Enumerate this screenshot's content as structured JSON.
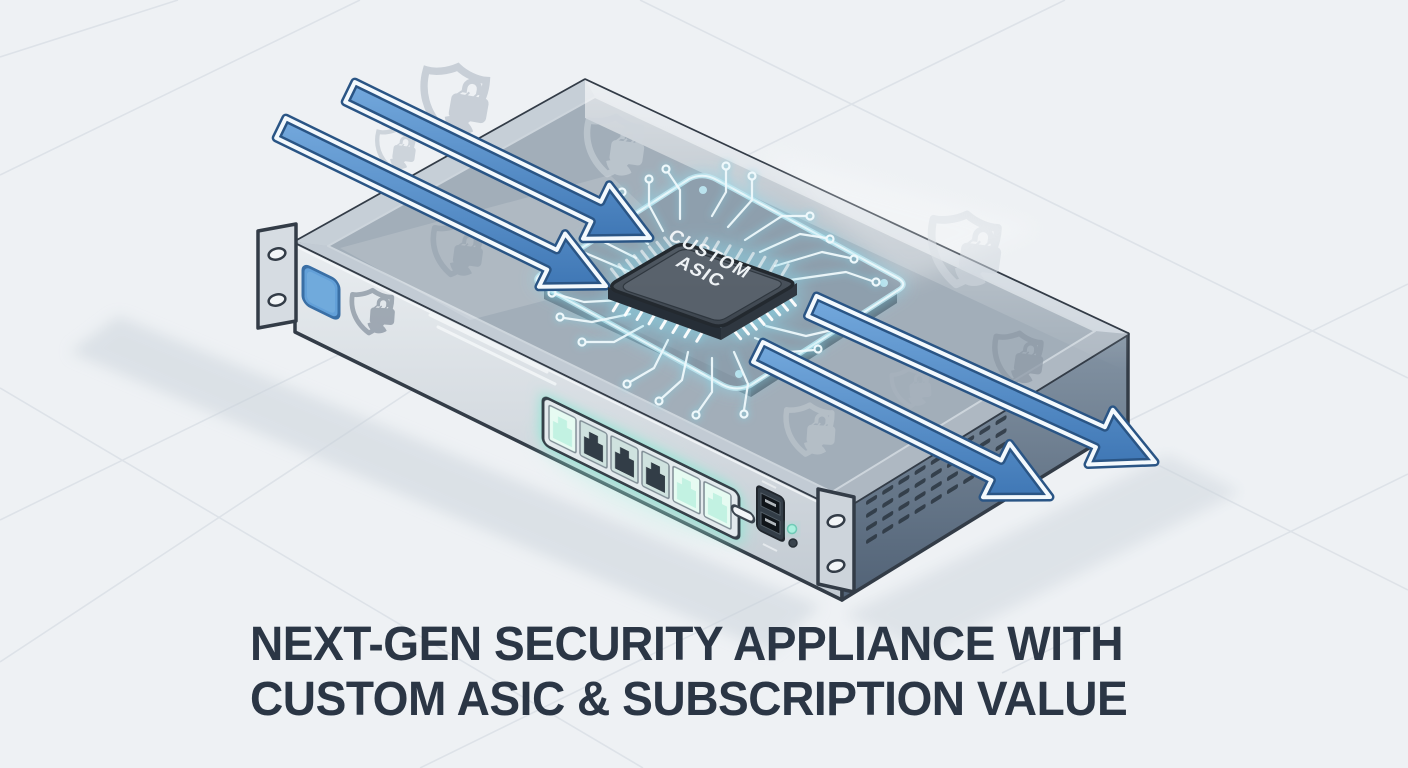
{
  "title": {
    "line1": "NEXT-GEN SECURITY APPLIANCE WITH",
    "line2": "CUSTOM ASIC & SUBSCRIPTION VALUE"
  },
  "chip": {
    "label_line1": "CUSTOM",
    "label_line2": "ASIC"
  },
  "appliance": {
    "kind": "rack-mount network security appliance",
    "ethernet_ports": {
      "total": 6,
      "plugged": 3
    },
    "front_elements": [
      "brand-badge",
      "shield-watermark",
      "ethernet-port-block",
      "usb-c-port",
      "dual-usb-port",
      "status-led",
      "reset-button",
      "rack-ear-left",
      "rack-ear-right"
    ],
    "vent_rows": 6,
    "vent_columns": 9
  },
  "traffic": {
    "inbound_arrows": 2,
    "outbound_arrows": 2
  },
  "watermarks": {
    "icon": "shield-lock-leaf-icon",
    "count": 9
  },
  "colors": {
    "background": "#eef1f4",
    "grid_line": "#dde2e8",
    "title_text": "#2b3645",
    "arrow_fill": "#4e8bcb",
    "arrow_outline": "#2a5585",
    "glow_cyan": "#9fe4f2",
    "chassis_top": "#b7c0ca",
    "chassis_front": "#d9dfe5",
    "chassis_side": "#5d6e80",
    "port_glow": "#9fefdc",
    "status_led": "#a9f0de",
    "badge_blue": "#63a0d8"
  }
}
